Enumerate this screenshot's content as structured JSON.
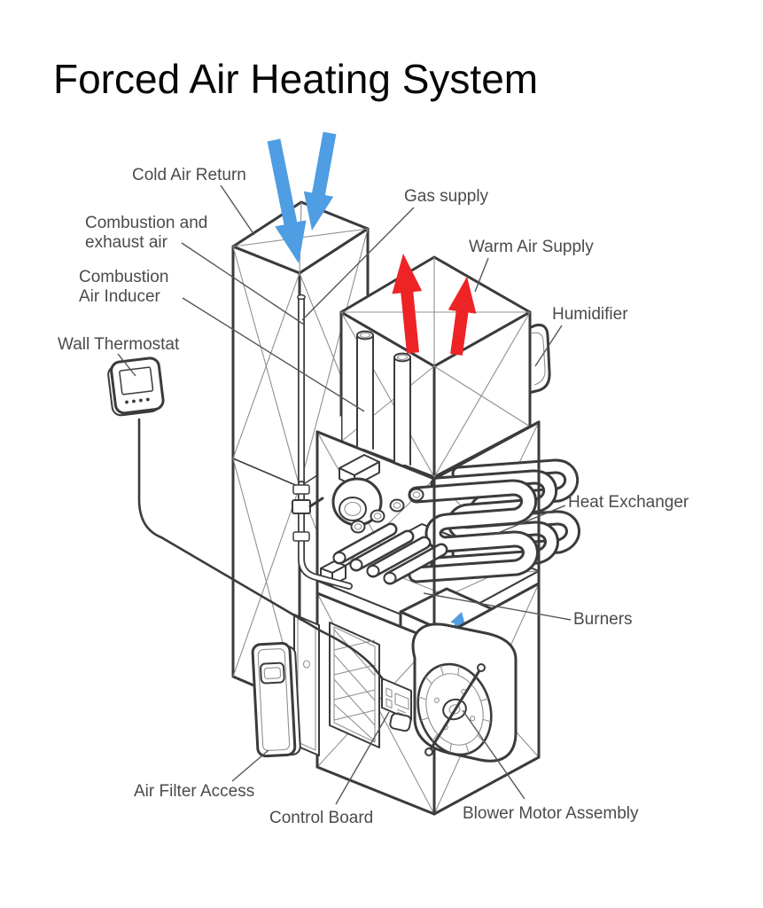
{
  "title": "Forced Air Heating System",
  "diagram": {
    "labels": {
      "cold_air_return": "Cold Air Return",
      "gas_supply": "Gas supply",
      "combustion_exhaust": "Combustion and\nexhaust air",
      "warm_air_supply": "Warm Air Supply",
      "combustion_air_inducer": "Combustion\nAir Inducer",
      "humidifier": "Humidifier",
      "wall_thermostat": "Wall Thermostat",
      "heat_exchanger": "Heat Exchanger",
      "burners": "Burners",
      "air_filter_access": "Air Filter Access",
      "control_board": "Control Board",
      "blower_motor_assembly": "Blower Motor Assembly"
    },
    "colors": {
      "cold_air_arrow": "#4f9de2",
      "warm_air_arrow": "#ee2326",
      "line": "#3a3b3d",
      "label_text": "#4a4b4d"
    }
  }
}
